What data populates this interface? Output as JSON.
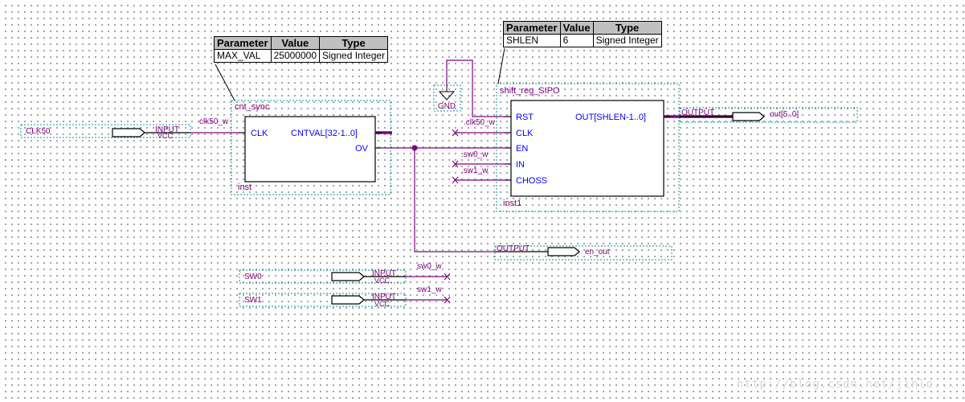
{
  "param_tables": [
    {
      "headers": [
        "Parameter",
        "Value",
        "Type"
      ],
      "rows": [
        [
          "MAX_VAL",
          "25000000",
          "Signed Integer"
        ]
      ]
    },
    {
      "headers": [
        "Parameter",
        "Value",
        "Type"
      ],
      "rows": [
        [
          "SHLEN",
          "6",
          "Signed Integer"
        ]
      ]
    }
  ],
  "blocks": {
    "cnt_sync": {
      "name": "cnt_sync",
      "instance": "inst",
      "in_ports": [
        "CLK"
      ],
      "out_ports": [
        "CNTVAL[32-1..0]",
        "OV"
      ]
    },
    "shift_reg": {
      "name": "shift_reg_SIPO",
      "instance": "inst1",
      "in_ports": [
        "RST",
        "CLK",
        "EN",
        "IN",
        "CHOSS"
      ],
      "out_ports": [
        "OUT[SHLEN-1..0]"
      ]
    }
  },
  "pins": {
    "inputs": [
      {
        "name": "CLK50",
        "type": "INPUT",
        "default": "VCC"
      },
      {
        "name": "SW0",
        "type": "INPUT",
        "default": "VCC"
      },
      {
        "name": "SW1",
        "type": "INPUT",
        "default": "VCC"
      }
    ],
    "outputs": [
      {
        "name": "out[5..0]",
        "type": "OUTPUT"
      },
      {
        "name": "en_out",
        "type": "OUTPUT"
      }
    ],
    "gnd": "GND"
  },
  "nets": {
    "clk50_w": "clk50_w",
    "clk50_w_dot": ".clk50_w",
    "sw0_w_dot": ".sw0_w",
    "sw1_w_dot": ".sw1_w",
    "sw0_w_out": "sw0_w",
    "sw1_w_out": "sw1_w"
  },
  "colors": {
    "wire": "#800080",
    "port_text": "#0000ff",
    "block_label": "#800080",
    "frame": "#009999"
  },
  "watermark": "http://blog.csdn.net/jinlo..."
}
